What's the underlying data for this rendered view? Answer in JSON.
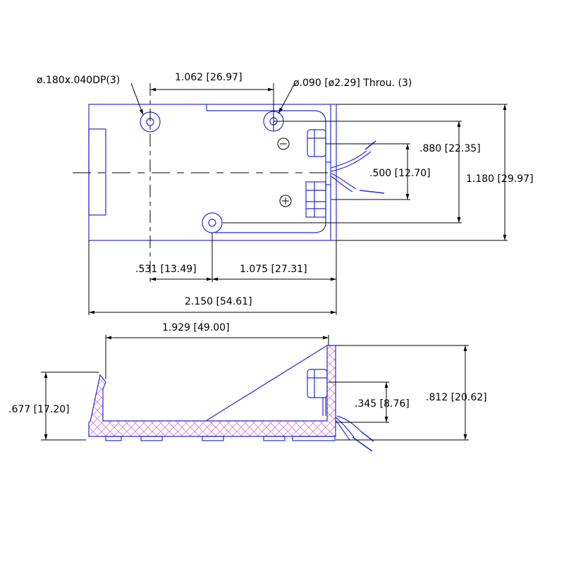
{
  "drawing": {
    "top_view": {
      "callouts": {
        "counterbore": "ø.180x.040DP(3)",
        "through_hole": "ø.090 [ø2.29] Throu. (3)"
      },
      "dimensions": {
        "hole_spacing": "1.062 [26.97]",
        "terminal_span": ".880 [22.35]",
        "terminal_pitch": ".500 [12.70]",
        "overall_width": "1.180 [29.97]",
        "hole_offset": ".531 [13.49]",
        "hole_to_end": "1.075 [27.31]",
        "overall_length": "2.150 [54.61]"
      },
      "polarity": {
        "negative": "⊖",
        "positive": "⊕"
      }
    },
    "side_view": {
      "dimensions": {
        "inner_length": "1.929 [49.00]",
        "lip_height": ".677 [17.20]",
        "terminal_height": ".345 [8.76]",
        "overall_height": ".812 [20.62]"
      }
    },
    "colors": {
      "part_outline": "#2b2bd6",
      "section_hatch": "#d87ad8",
      "dimension_lines": "#000000"
    }
  }
}
